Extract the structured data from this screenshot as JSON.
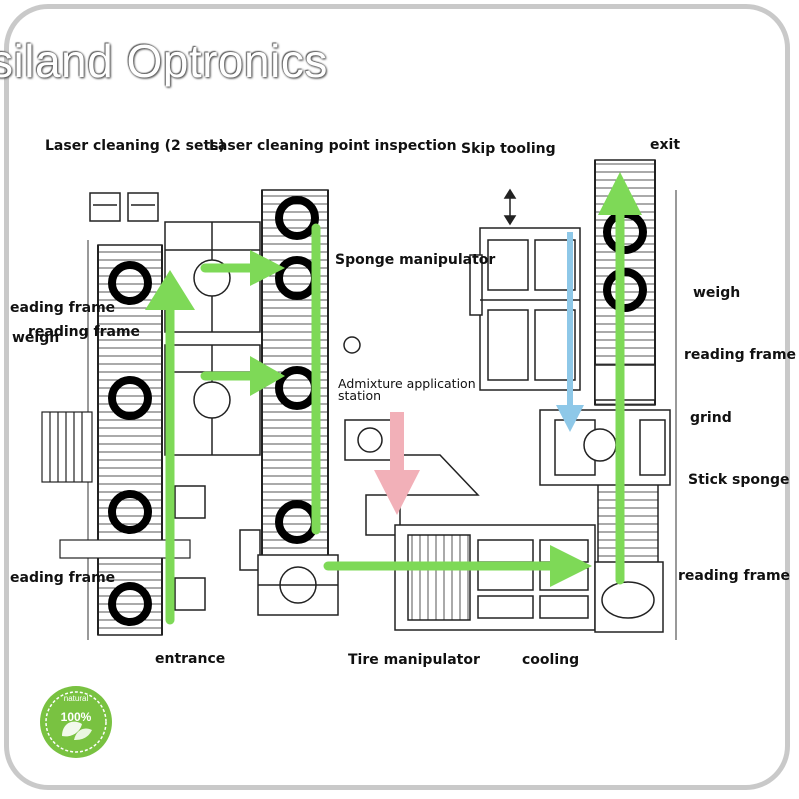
{
  "watermark": "siland Optronics",
  "labels": {
    "laser_cleaning": "Laser cleaning (2 sets)",
    "laser_inspection": "Laser cleaning point inspection",
    "skip_tooling": "Skip tooling",
    "exit": "exit",
    "sponge_manipulator": "Sponge manipulator",
    "reading_frame_left_top": "eading frame",
    "reading_frame_left_mid": "reading frame",
    "weigh_left": "weigh",
    "admixture_line1": "Admixture application",
    "admixture_line2": "station",
    "weigh_right": "weigh",
    "reading_frame_right_top": "reading frame",
    "grind": "grind",
    "stick_sponge": "Stick sponge",
    "reading_frame_left_bottom": "eading frame",
    "reading_frame_right_bottom": "reading frame",
    "entrance": "entrance",
    "tire_manipulator": "Tire manipulator",
    "cooling": "cooling"
  },
  "badge": {
    "top_text": "natural",
    "center_text": "100%"
  },
  "colors": {
    "flow_arrow": "#7ed957",
    "blue_arrow": "#8ec8e8",
    "pink_arrow": "#f2b0b8",
    "drawing": "#222222",
    "badge": "#79c241",
    "frame": "#c9c9c9"
  }
}
